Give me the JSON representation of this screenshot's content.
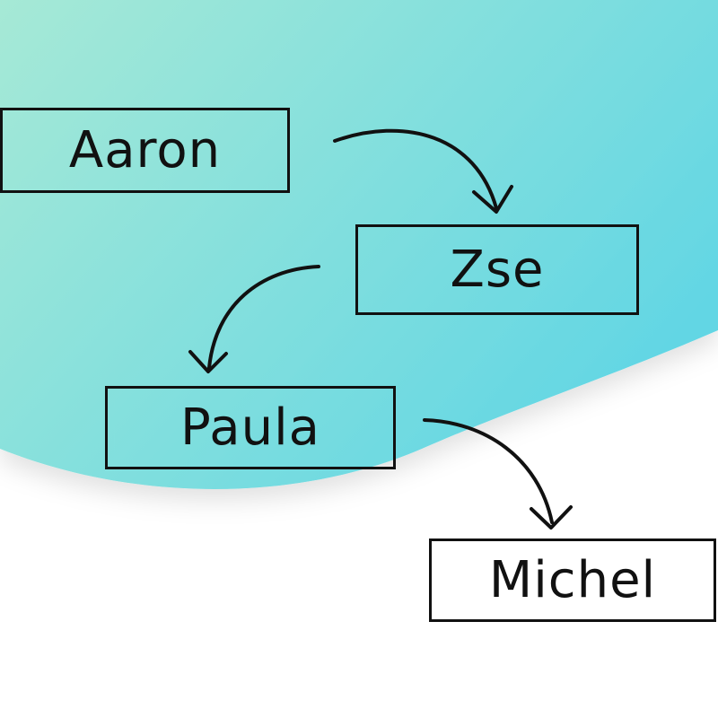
{
  "diagram": {
    "nodes": [
      {
        "id": "aaron",
        "label": "Aaron"
      },
      {
        "id": "zse",
        "label": "Zse"
      },
      {
        "id": "paula",
        "label": "Paula"
      },
      {
        "id": "michel",
        "label": "Michel"
      }
    ],
    "edges": [
      {
        "from": "aaron",
        "to": "zse"
      },
      {
        "from": "zse",
        "to": "paula"
      },
      {
        "from": "paula",
        "to": "michel"
      }
    ],
    "colors": {
      "gradient_start": "#a6e9d6",
      "gradient_end": "#62d6e4",
      "stroke": "#111111"
    }
  }
}
